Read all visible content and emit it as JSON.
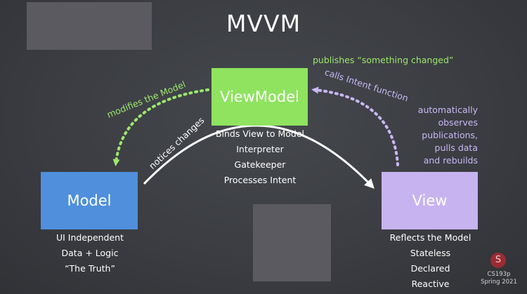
{
  "title": "MVVM",
  "viewmodel": {
    "label": "ViewModel",
    "color": "#8fe35f",
    "lines": [
      "Binds View to Model",
      "Interpreter",
      "Gatekeeper",
      "Processes Intent"
    ]
  },
  "model": {
    "label": "Model",
    "color": "#4f8fdc",
    "lines": [
      "UI Independent",
      "Data + Logic",
      "“The Truth”"
    ]
  },
  "view": {
    "label": "View",
    "color": "#c7b3ef",
    "lines": [
      "Reflects the Model",
      "Stateless",
      "Declared",
      "Reactive"
    ]
  },
  "edges": {
    "publishes": "publishes “something changed”",
    "calls_intent": "calls Intent function",
    "modifies_model": "modifies the Model",
    "notices_changes": "notices changes"
  },
  "view_observes": [
    "automatically",
    "observes",
    "publications,",
    "pulls data",
    "and rebuilds"
  ],
  "footer": {
    "logo_letter": "S",
    "course": "CS193p",
    "term": "Spring 2021"
  },
  "colors": {
    "background": "#3a3c41",
    "green_arrow": "#9de86c",
    "purple_arrow": "#c9b8f5",
    "white_arrow": "#ffffff"
  }
}
